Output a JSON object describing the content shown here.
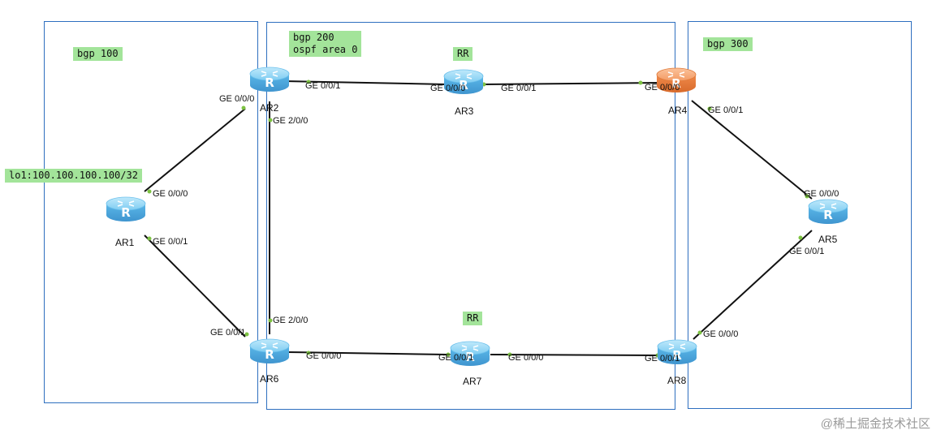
{
  "areas": {
    "as100": "bgp 100",
    "as200": "bgp 200\nospf area 0",
    "as300": "bgp 300"
  },
  "loopback_label": "lo1:100.100.100.100/32",
  "rr_label": "RR",
  "routers": {
    "ar1": "AR1",
    "ar2": "AR2",
    "ar3": "AR3",
    "ar4": "AR4",
    "ar5": "AR5",
    "ar6": "AR6",
    "ar7": "AR7",
    "ar8": "AR8"
  },
  "ports": {
    "ar2_ge000": "GE 0/0/0",
    "ar2_ge001": "GE 0/0/1",
    "ar2_ge200": "GE 2/0/0",
    "ar3_ge000": "GE 0/0/0",
    "ar3_ge001": "GE 0/0/1",
    "ar4_ge000": "GE 0/0/0",
    "ar4_ge001": "GE 0/0/1",
    "ar1_ge000": "GE 0/0/0",
    "ar1_ge001": "GE 0/0/1",
    "ar5_ge000": "GE 0/0/0",
    "ar5_ge001": "GE 0/0/1",
    "ar6_ge001": "GE 0/0/1",
    "ar6_ge200": "GE 2/0/0",
    "ar6_ge000": "GE 0/0/0",
    "ar7_ge001": "GE 0/0/1",
    "ar7_ge000": "GE 0/0/0",
    "ar8_ge001": "GE 0/0/1",
    "ar8_ge000": "GE 0/0/0"
  },
  "colors": {
    "box_border": "#2e6fbf",
    "tag_bg": "#a3e49a",
    "router_blue": "#5ab7e8",
    "router_orange": "#f0894a",
    "link": "#111111",
    "port_dot": "#7dc242"
  },
  "watermark": "@稀土掘金技术社区"
}
